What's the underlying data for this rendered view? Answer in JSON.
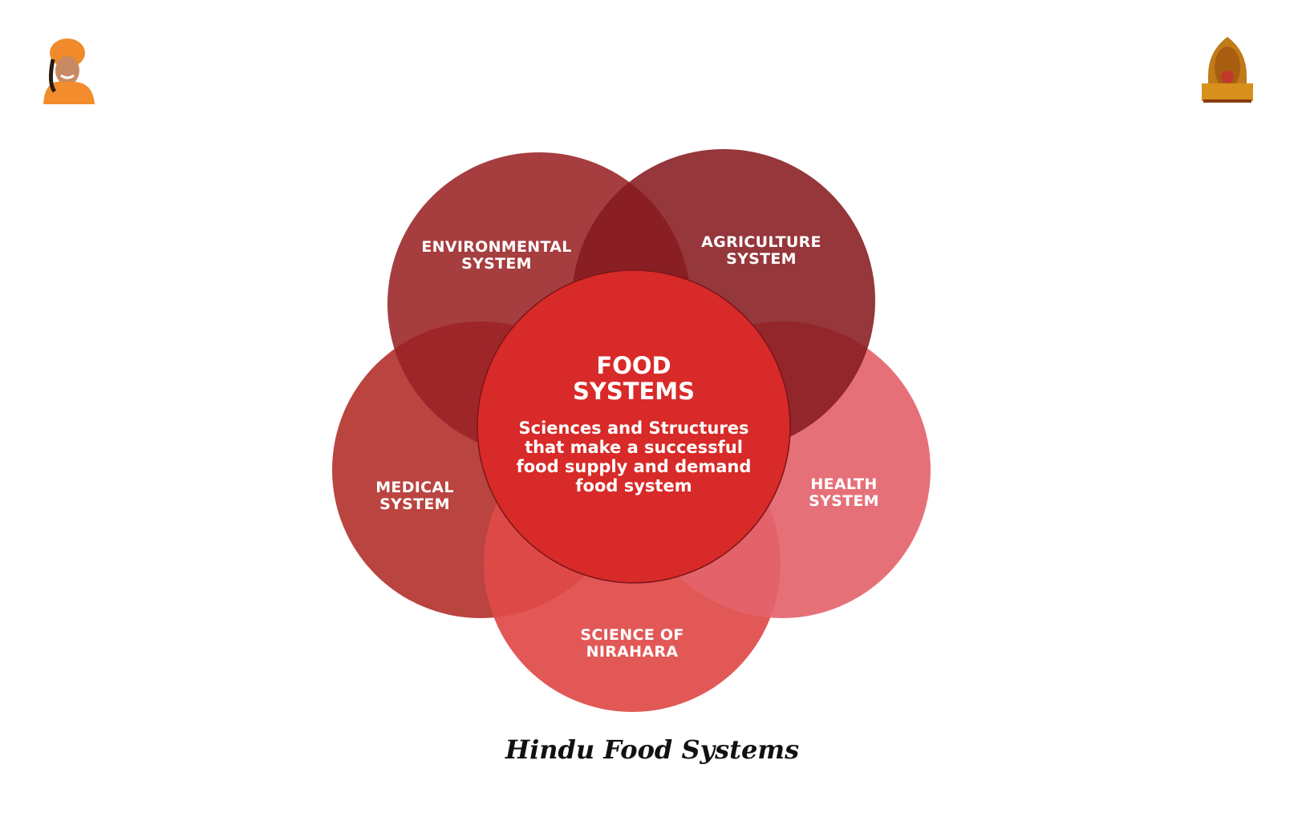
{
  "diagram": {
    "center": {
      "title": "FOOD\nSYSTEMS",
      "description": "Sciences and Structures\nthat make a successful\nfood supply and demand\nfood system"
    },
    "circles": [
      {
        "label": "ENVIRONMENTAL\nSYSTEM",
        "color": "#9a2224"
      },
      {
        "label": "AGRICULTURE\nSYSTEM",
        "color": "#861b20"
      },
      {
        "label": "MEDICAL\nSYSTEM",
        "color": "#b02a25"
      },
      {
        "label": "HEALTH\nSYSTEM",
        "color": "#e4646c"
      },
      {
        "label": "SCIENCE OF\nNIRAHARA",
        "color": "#e04a48"
      }
    ],
    "center_color": "#d82a28"
  },
  "caption": "Hindu Food Systems",
  "logos": {
    "left": "guru-portrait-icon",
    "right": "deity-shrine-icon"
  }
}
